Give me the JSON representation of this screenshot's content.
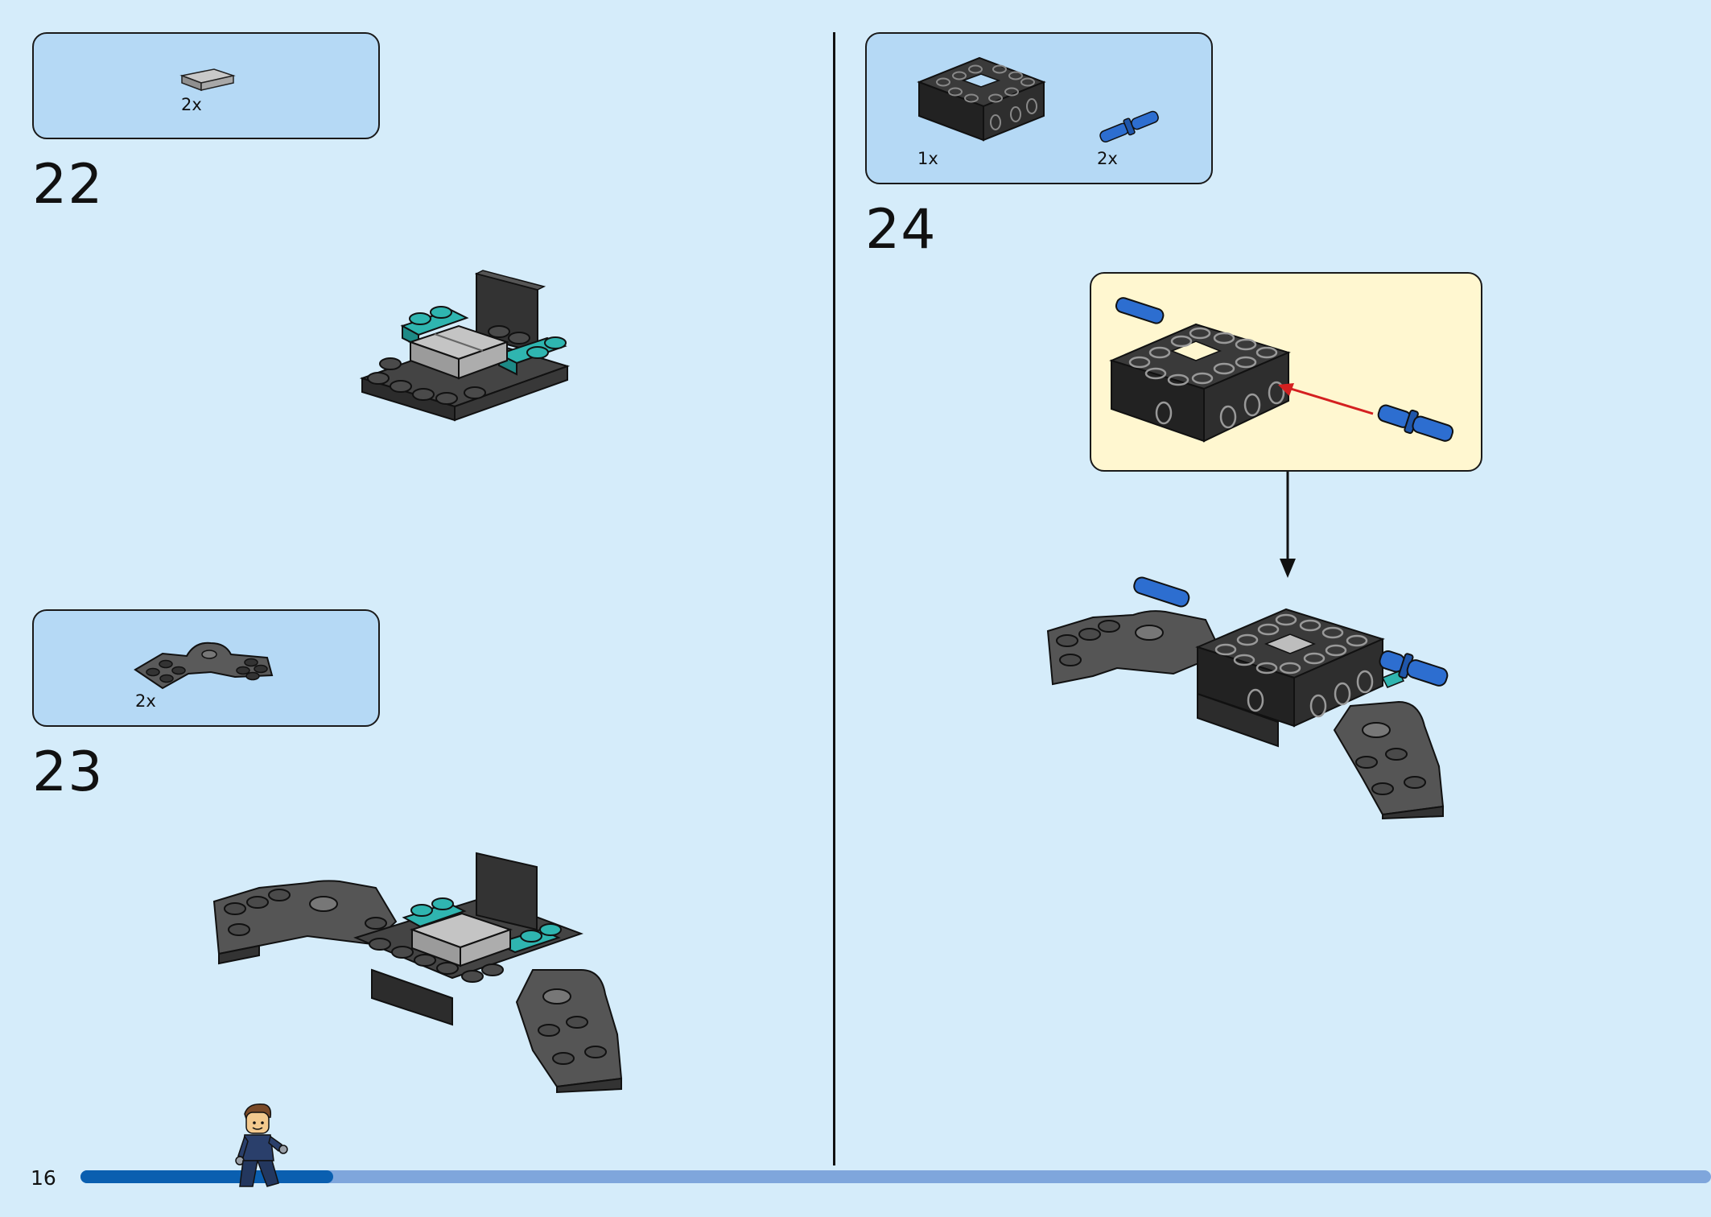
{
  "steps": [
    {
      "number": "22",
      "parts": [
        {
          "quantity": "2x",
          "part": "gray-tile-icon"
        }
      ]
    },
    {
      "number": "23",
      "parts": [
        {
          "quantity": "2x",
          "part": "curved-plate-icon"
        }
      ]
    },
    {
      "number": "24",
      "parts": [
        {
          "quantity": "1x",
          "part": "technic-brick-frame-icon"
        },
        {
          "quantity": "2x",
          "part": "blue-technic-pin-icon"
        }
      ]
    }
  ],
  "page": {
    "number": "16",
    "progress_fraction": 0.155
  },
  "colors": {
    "background": "#d5ecfa",
    "parts_box": "#b5d9f5",
    "callout": "#fff7d0",
    "progress_done": "#0a5fb0",
    "progress_remaining": "#7fa6dc",
    "brick_dark": "#3a3a3a",
    "brick_teal": "#2fb5b0",
    "pin_blue": "#2d6ed0",
    "insert_arrow": "#d42020"
  }
}
